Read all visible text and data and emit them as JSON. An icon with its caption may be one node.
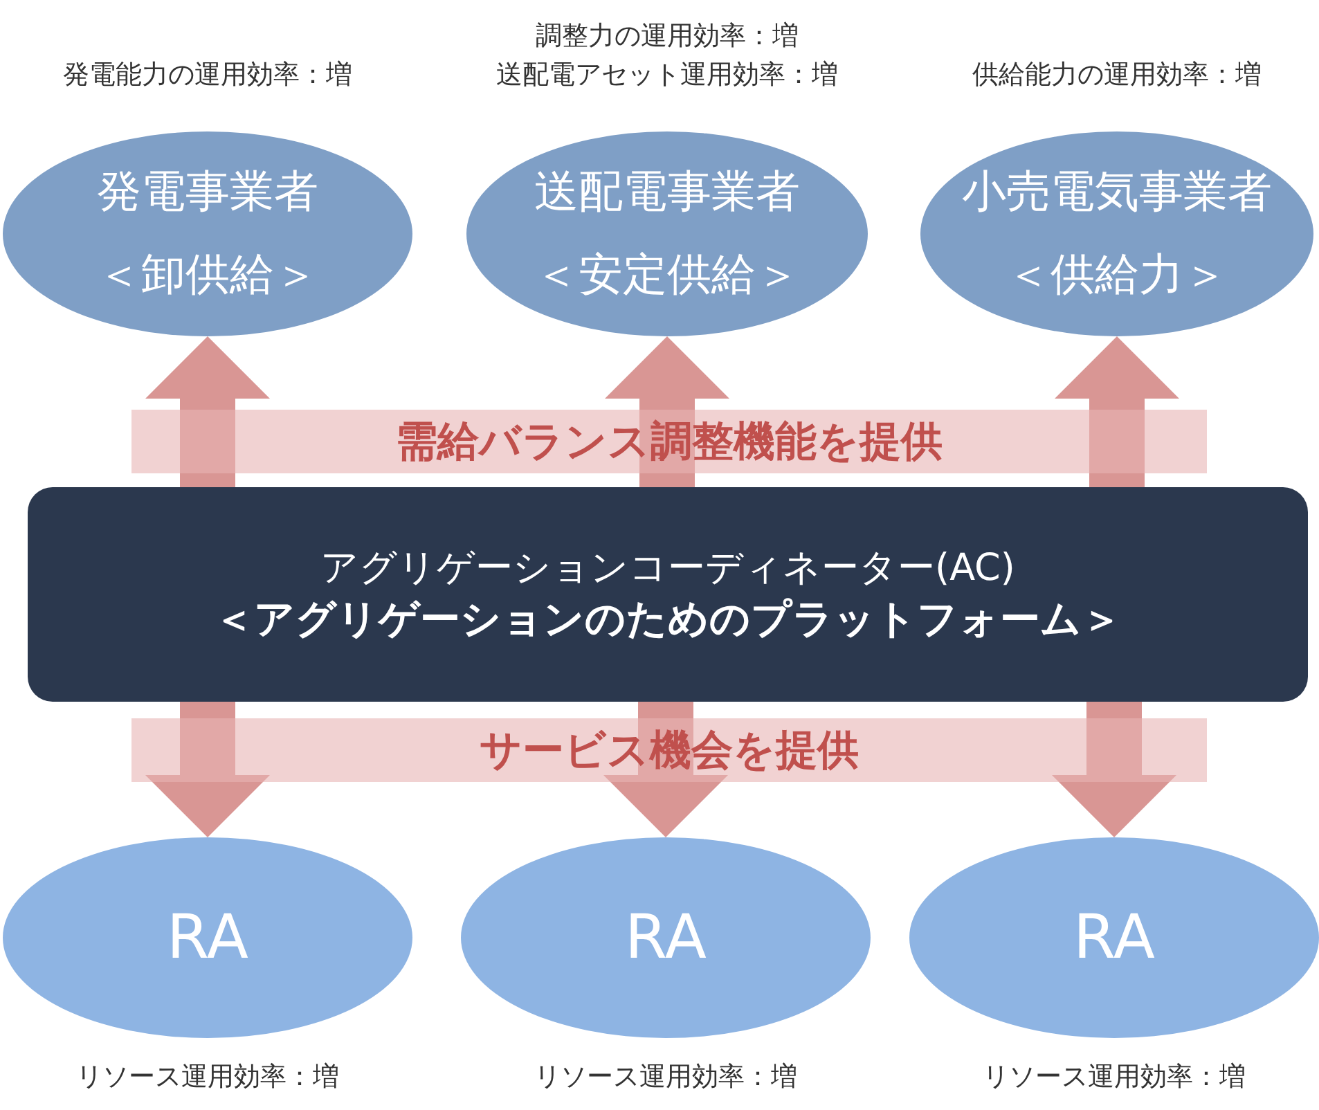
{
  "diagram": {
    "nodes": [
      {
        "text": [
          "発電事業者",
          "＜卸供給＞"
        ],
        "beside": [
          "発電能力の運用効率：増"
        ]
      },
      {
        "text": [
          "送配電事業者",
          "＜安定供給＞"
        ],
        "beside": [
          "調整力の運用効率：増",
          "送配電アセット運用効率：増"
        ]
      },
      {
        "text": [
          "小売電気事業者",
          "＜供給力＞"
        ],
        "beside": [
          "供給能力の運用効率：増"
        ]
      },
      {
        "text": [
          "アグリゲーションコーディネーター(AC)",
          "＜アグリゲーションのためのプラットフォーム＞"
        ]
      },
      {
        "text": [
          "RA"
        ],
        "beside": [
          "リソース運用効率：増"
        ]
      },
      {
        "text": [
          "RA"
        ],
        "beside": [
          "リソース運用効率：増"
        ]
      },
      {
        "text": [
          "RA"
        ],
        "beside": [
          "リソース運用効率：増"
        ]
      }
    ],
    "edges": [
      {
        "from": 3,
        "to": 0,
        "arrow": "to"
      },
      {
        "from": 3,
        "to": 1,
        "arrow": "to"
      },
      {
        "from": 3,
        "to": 2,
        "arrow": "to"
      },
      {
        "from": 3,
        "to": 4,
        "arrow": "to"
      },
      {
        "from": 3,
        "to": 5,
        "arrow": "to"
      },
      {
        "from": 3,
        "to": 6,
        "arrow": "to"
      }
    ],
    "labels": [
      "需給バランス調整機能を提供",
      "サービス機会を提供"
    ]
  }
}
